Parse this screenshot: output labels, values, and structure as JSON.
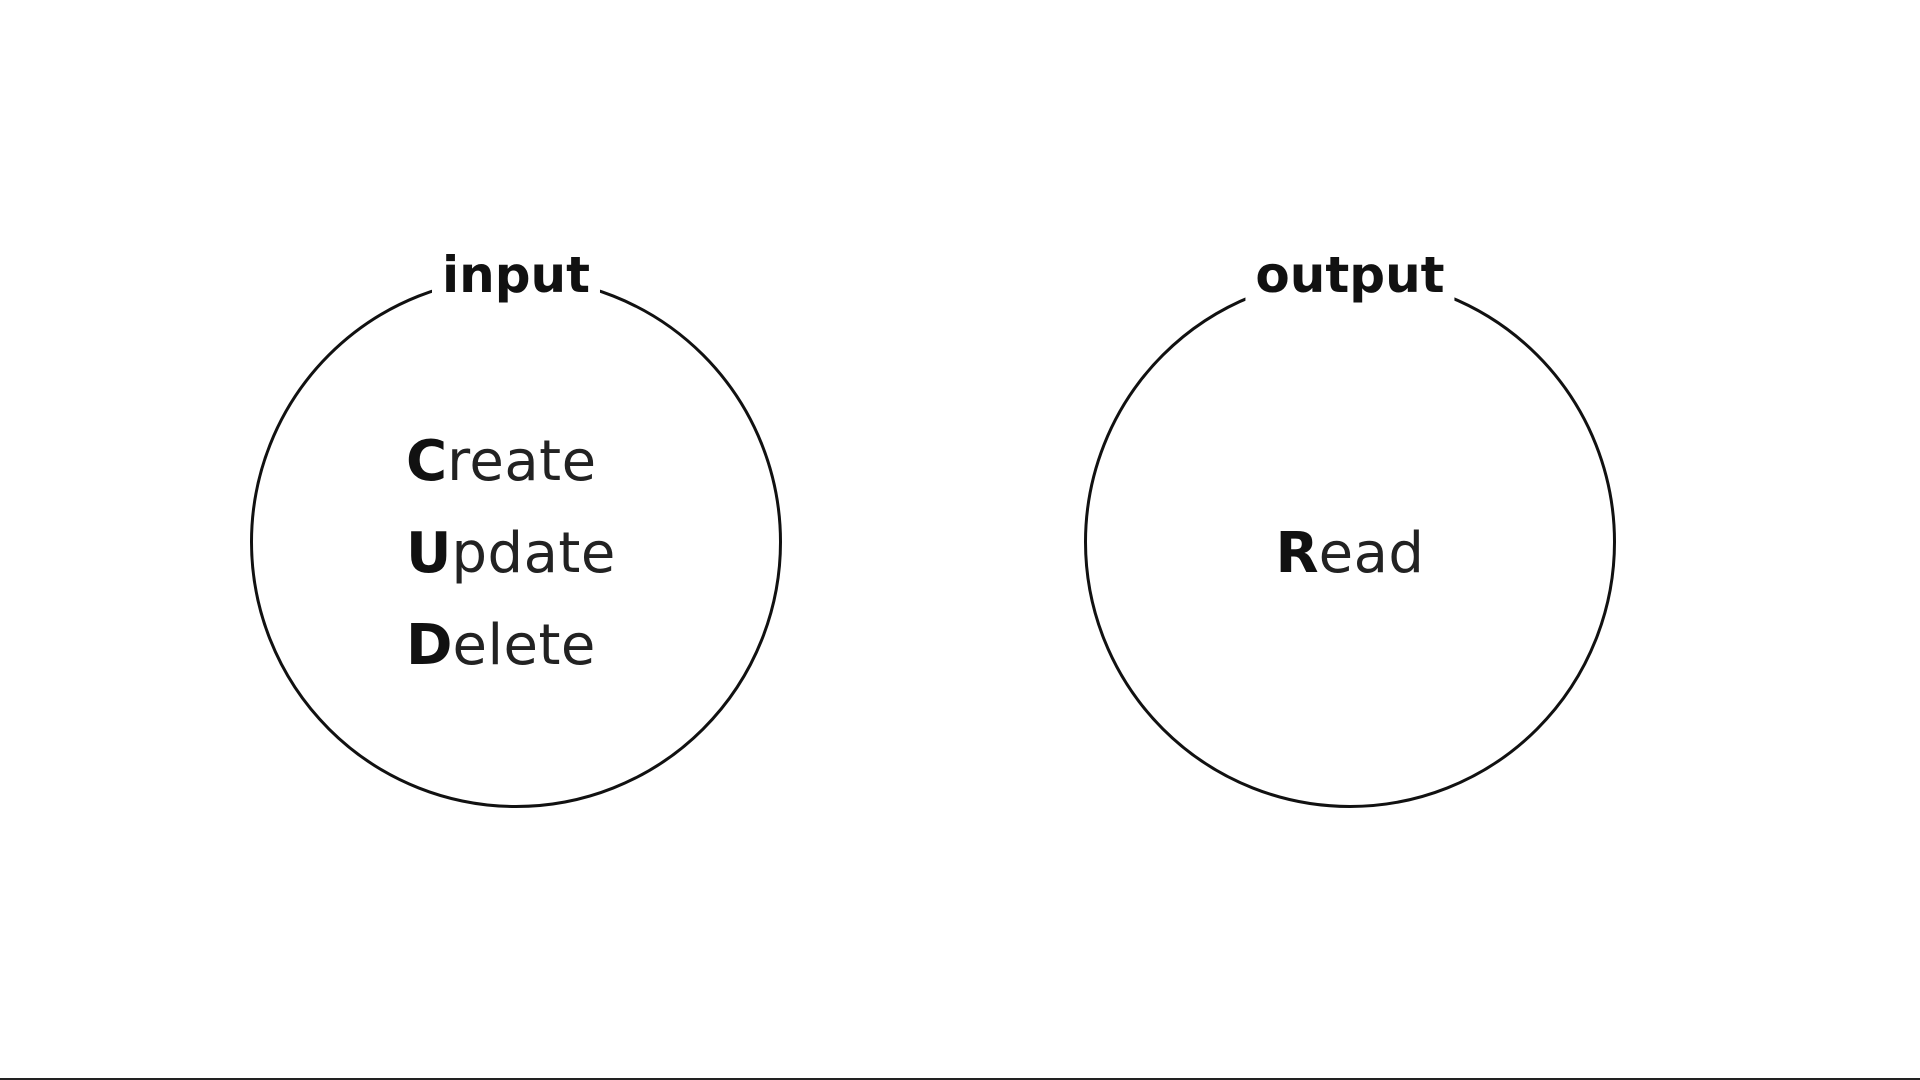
{
  "input": {
    "title": "input",
    "operations": [
      {
        "initial": "C",
        "rest": "reate"
      },
      {
        "initial": "U",
        "rest": "pdate"
      },
      {
        "initial": "D",
        "rest": "elete"
      }
    ]
  },
  "output": {
    "title": "output",
    "operations": [
      {
        "initial": "R",
        "rest": "ead"
      }
    ]
  },
  "colors": {
    "stroke": "#111111",
    "background": "#ffffff"
  }
}
